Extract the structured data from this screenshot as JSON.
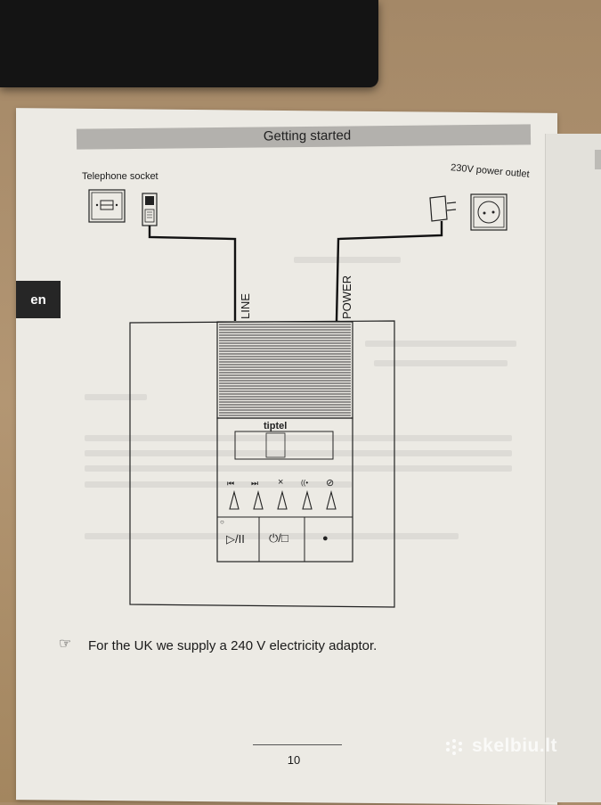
{
  "page_header": {
    "title": "Getting started"
  },
  "side_tab": {
    "language": "en"
  },
  "labels": {
    "telephone_socket": "Telephone socket",
    "power_outlet": "230V power outlet",
    "line": "LINE",
    "power": "POWER"
  },
  "device": {
    "brand": "tiptel",
    "buttons": {
      "play_pause": "▷/II",
      "power_stop": "⏻/□",
      "record": "●"
    },
    "key_icons": [
      "⏮",
      "⏭",
      "×",
      "((•",
      "⊘"
    ],
    "status_dot": "○"
  },
  "note": {
    "icon": "pointing-hand-icon",
    "text": "For the UK we supply a 240 V electricity adaptor."
  },
  "page_number": "10",
  "watermark": {
    "text": "skelbiu.lt"
  }
}
